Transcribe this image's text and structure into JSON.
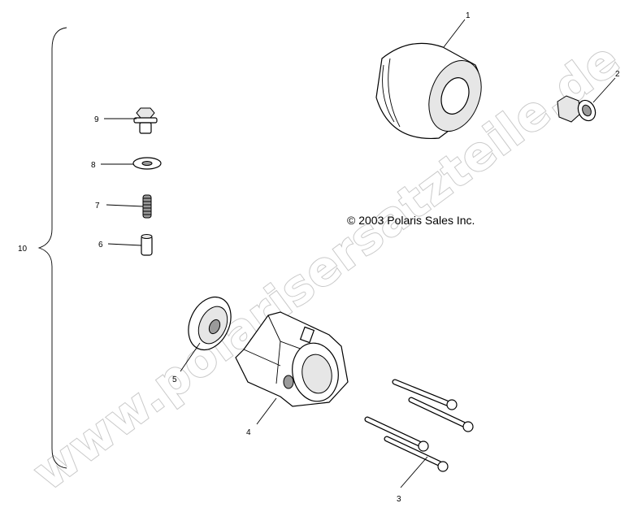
{
  "diagram": {
    "copyright": "© 2003 Polaris Sales Inc.",
    "watermark": "www.polarisersatzteile.de",
    "callouts": {
      "c1": "1",
      "c2": "2",
      "c3": "3",
      "c4": "4",
      "c5": "5",
      "c6": "6",
      "c7": "7",
      "c8": "8",
      "c9": "9",
      "c10": "10"
    }
  }
}
